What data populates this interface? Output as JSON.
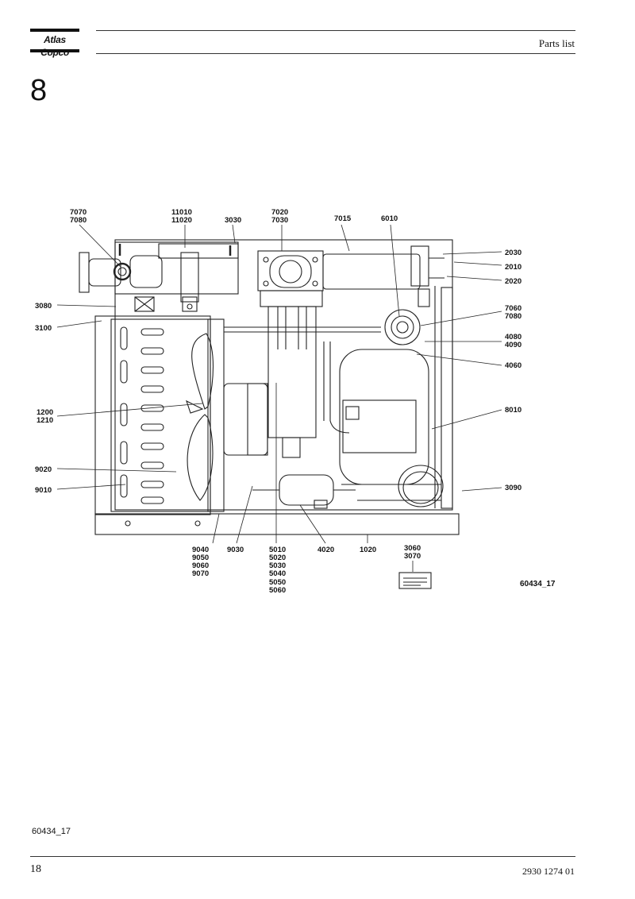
{
  "header": {
    "logo_text": "Atlas Copco",
    "title": "Parts list"
  },
  "section": {
    "number": "8"
  },
  "diagram": {
    "labels": {
      "l7070": "7070",
      "l7080a": "7080",
      "l11010": "11010",
      "l11020": "11020",
      "l3030": "3030",
      "l7020": "7020",
      "l7030": "7030",
      "l7015": "7015",
      "l6010": "6010",
      "l2030": "2030",
      "l2010": "2010",
      "l2020": "2020",
      "l3080": "3080",
      "l3100": "3100",
      "l7060": "7060",
      "l7080b": "7080",
      "l4080": "4080",
      "l4090": "4090",
      "l4060": "4060",
      "l1200": "1200",
      "l1210": "1210",
      "l8010": "8010",
      "l9020": "9020",
      "l9010": "9010",
      "l3090": "3090",
      "l9040": "9040",
      "l9050": "9050",
      "l9060": "9060",
      "l9070": "9070",
      "l9030": "9030",
      "l5010": "5010",
      "l5020": "5020",
      "l5030": "5030",
      "l5040": "5040",
      "l5050": "5050",
      "l5060": "5060",
      "l4020": "4020",
      "l1020": "1020",
      "l3060": "3060",
      "l3070": "3070"
    },
    "figure_ref": "60434_17"
  },
  "footer": {
    "ref": "60434_17",
    "page_number": "18",
    "doc_number": "2930 1274 01"
  }
}
